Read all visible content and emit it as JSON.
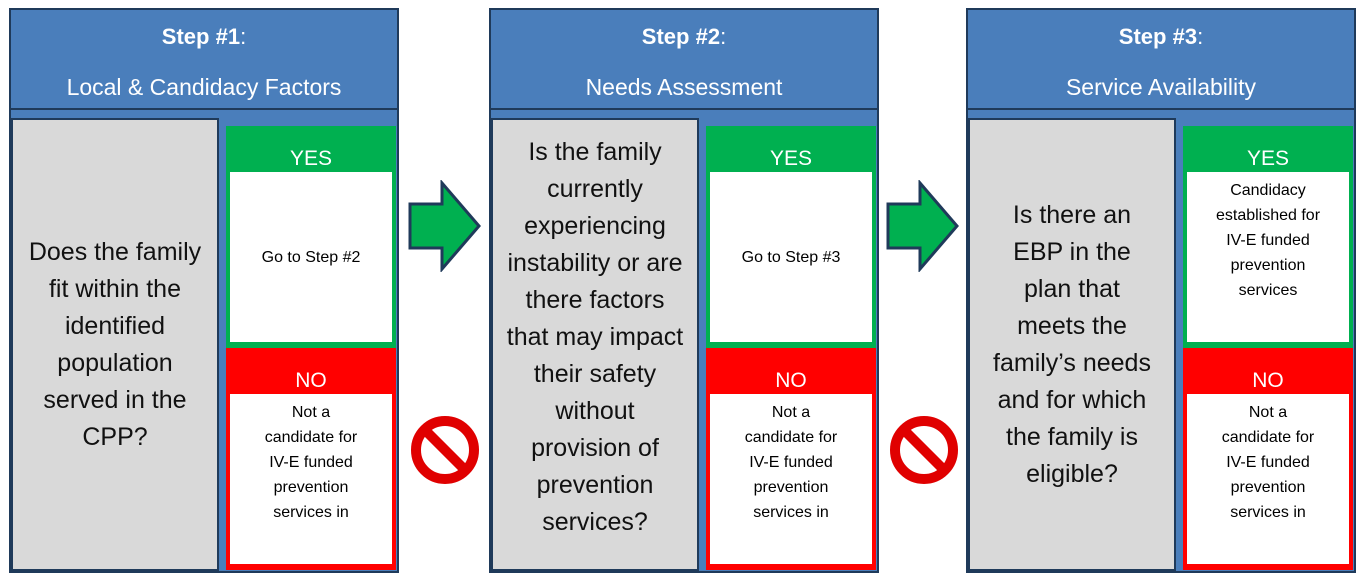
{
  "steps": [
    {
      "title_bold": "Step #1",
      "title_rest": ":",
      "subtitle": "Local & Candidacy Factors",
      "question": "Does the family fit within the identified population served in the CPP?",
      "yes": {
        "label": "YES",
        "text": "Go to Step #2"
      },
      "no": {
        "label": "NO",
        "text": "Not a candidate for IV-E funded prevention services in"
      }
    },
    {
      "title_bold": "Step #2",
      "title_rest": ":",
      "subtitle": "Needs Assessment",
      "question": "Is the family currently experiencing instability or are there factors that may impact their safety without provision of prevention services?",
      "yes": {
        "label": "YES",
        "text": "Go to Step #3"
      },
      "no": {
        "label": "NO",
        "text": "Not a candidate for IV-E funded prevention services in"
      }
    },
    {
      "title_bold": "Step #3",
      "title_rest": ":",
      "subtitle": "Service Availability",
      "question": "Is there an EBP in the plan that meets the family’s needs and for which the family is eligible?",
      "yes": {
        "label": "YES",
        "text": "Candidacy established for IV-E funded prevention services"
      },
      "no": {
        "label": "NO",
        "text": "Not a candidate for IV-E funded prevention services in"
      }
    }
  ],
  "icons": {
    "arrow": "right-arrow-icon",
    "stop": "no-entry-icon"
  },
  "colors": {
    "header": "#4a7ebb",
    "border": "#1f3a5a",
    "question_bg": "#d9d9d9",
    "yes": "#00b050",
    "no": "#ff0000",
    "arrow_fill": "#00b050",
    "arrow_stroke": "#1f3a5a",
    "stop": "#e00000"
  }
}
